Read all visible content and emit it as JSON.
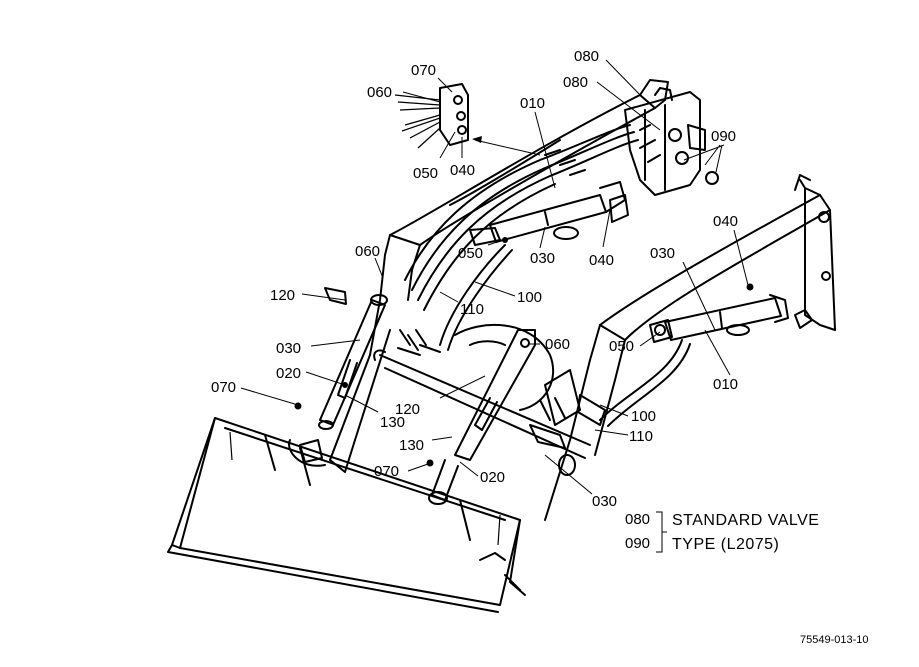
{
  "callouts": {
    "c070_top": "070",
    "c060_top": "060",
    "c050_top": "050",
    "c040_top": "040",
    "c010_top": "010",
    "c080_a": "080",
    "c080_b": "080",
    "c090": "090",
    "c050_mid": "050",
    "c030_mid": "030",
    "c040_mid": "040",
    "c060_left": "060",
    "c120_left": "120",
    "c100_left": "100",
    "c110_left": "110",
    "c030_left": "030",
    "c020_left": "020",
    "c070_left": "070",
    "c130_left": "130",
    "c120_center": "120",
    "c060_center": "060",
    "c130_center": "130",
    "c070_center": "070",
    "c020_center": "020",
    "c030_bottom": "030",
    "c030_right": "030",
    "c040_right": "040",
    "c050_right": "050",
    "c010_right": "010",
    "c100_right": "100",
    "c110_right": "110"
  },
  "legend": {
    "code_080": "080",
    "code_090": "090",
    "line1": "STANDARD VALVE",
    "line2": "TYPE (L2075)"
  },
  "drawing_id": "75549-013-10"
}
